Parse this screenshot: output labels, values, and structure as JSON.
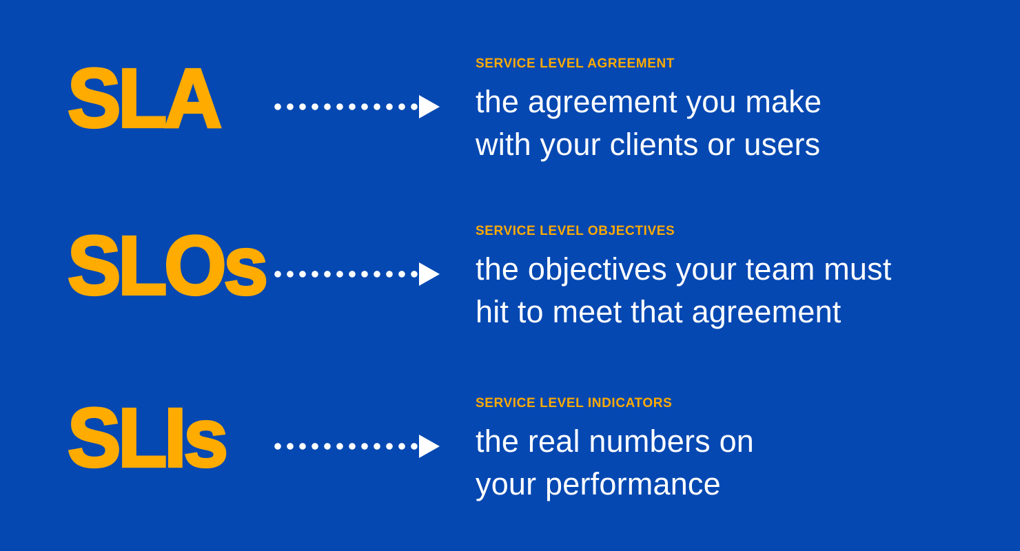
{
  "colors": {
    "background": "#0548B2",
    "accent_orange": "#FFAB00",
    "text_white": "#FFFFFF"
  },
  "rows": [
    {
      "acronym": "SLA",
      "label": "SERVICE LEVEL AGREEMENT",
      "description_line1": "the agreement you make",
      "description_line2": "with your clients or users"
    },
    {
      "acronym": "SLOs",
      "label": "SERVICE LEVEL OBJECTIVES",
      "description_line1": "the objectives your team must",
      "description_line2": "hit to meet that agreement"
    },
    {
      "acronym": "SLIs",
      "label": "SERVICE LEVEL INDICATORS",
      "description_line1": "the real numbers on",
      "description_line2": "your performance"
    }
  ]
}
